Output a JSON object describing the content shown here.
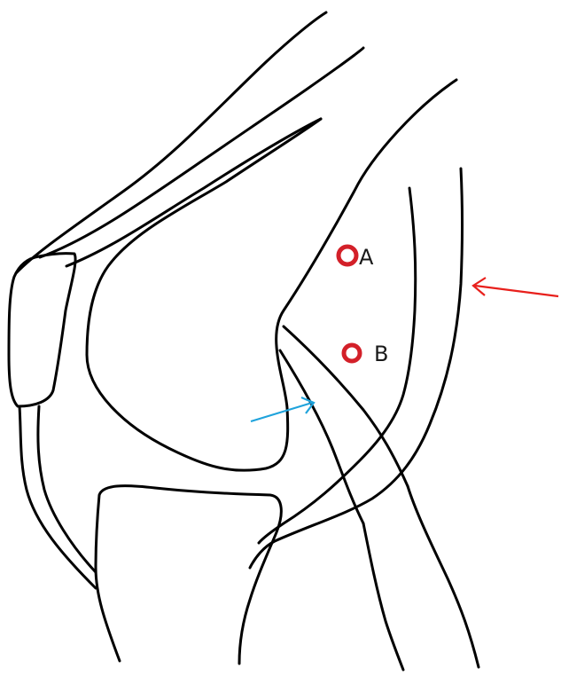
{
  "colors": {
    "background": "#ffffff",
    "line": "#000000",
    "marker_ring": "#d32029",
    "red_arrow": "#e8201c",
    "blue_arrow": "#1fa3dc",
    "label_text": "#1a1a1a"
  },
  "markers": {
    "a": {
      "label": "A"
    },
    "b": {
      "label": "B"
    }
  },
  "arrows": {
    "red": {
      "color_name": "red"
    },
    "blue": {
      "color_name": "blue"
    }
  }
}
